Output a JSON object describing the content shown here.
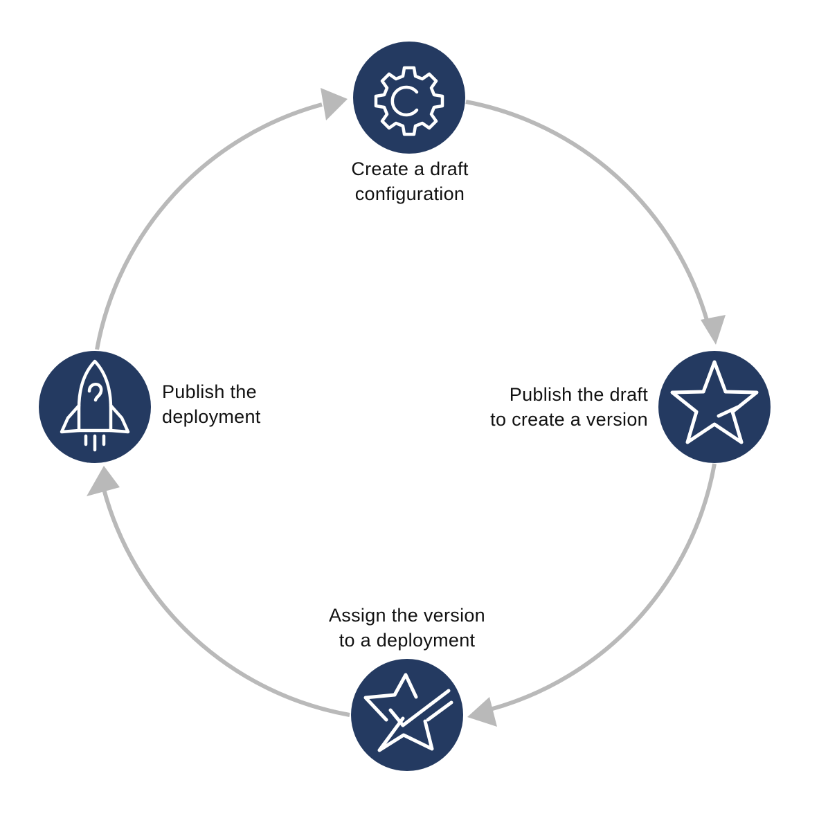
{
  "diagram": {
    "colors": {
      "node_fill": "#243a61",
      "icon_stroke": "#ffffff",
      "connector": "#b9b9b9",
      "text": "#111111"
    },
    "steps": [
      {
        "id": "create-draft",
        "icon": "gear-icon",
        "lines": [
          "Create a draft",
          "configuration"
        ]
      },
      {
        "id": "publish-draft",
        "icon": "star-icon",
        "lines": [
          "Publish the draft",
          "to create a version"
        ]
      },
      {
        "id": "assign-version",
        "icon": "star-check-icon",
        "lines": [
          "Assign the version",
          "to a deployment"
        ]
      },
      {
        "id": "publish-deployment",
        "icon": "rocket-icon",
        "lines": [
          "Publish the",
          "deployment"
        ]
      }
    ],
    "flow": "clockwise"
  }
}
